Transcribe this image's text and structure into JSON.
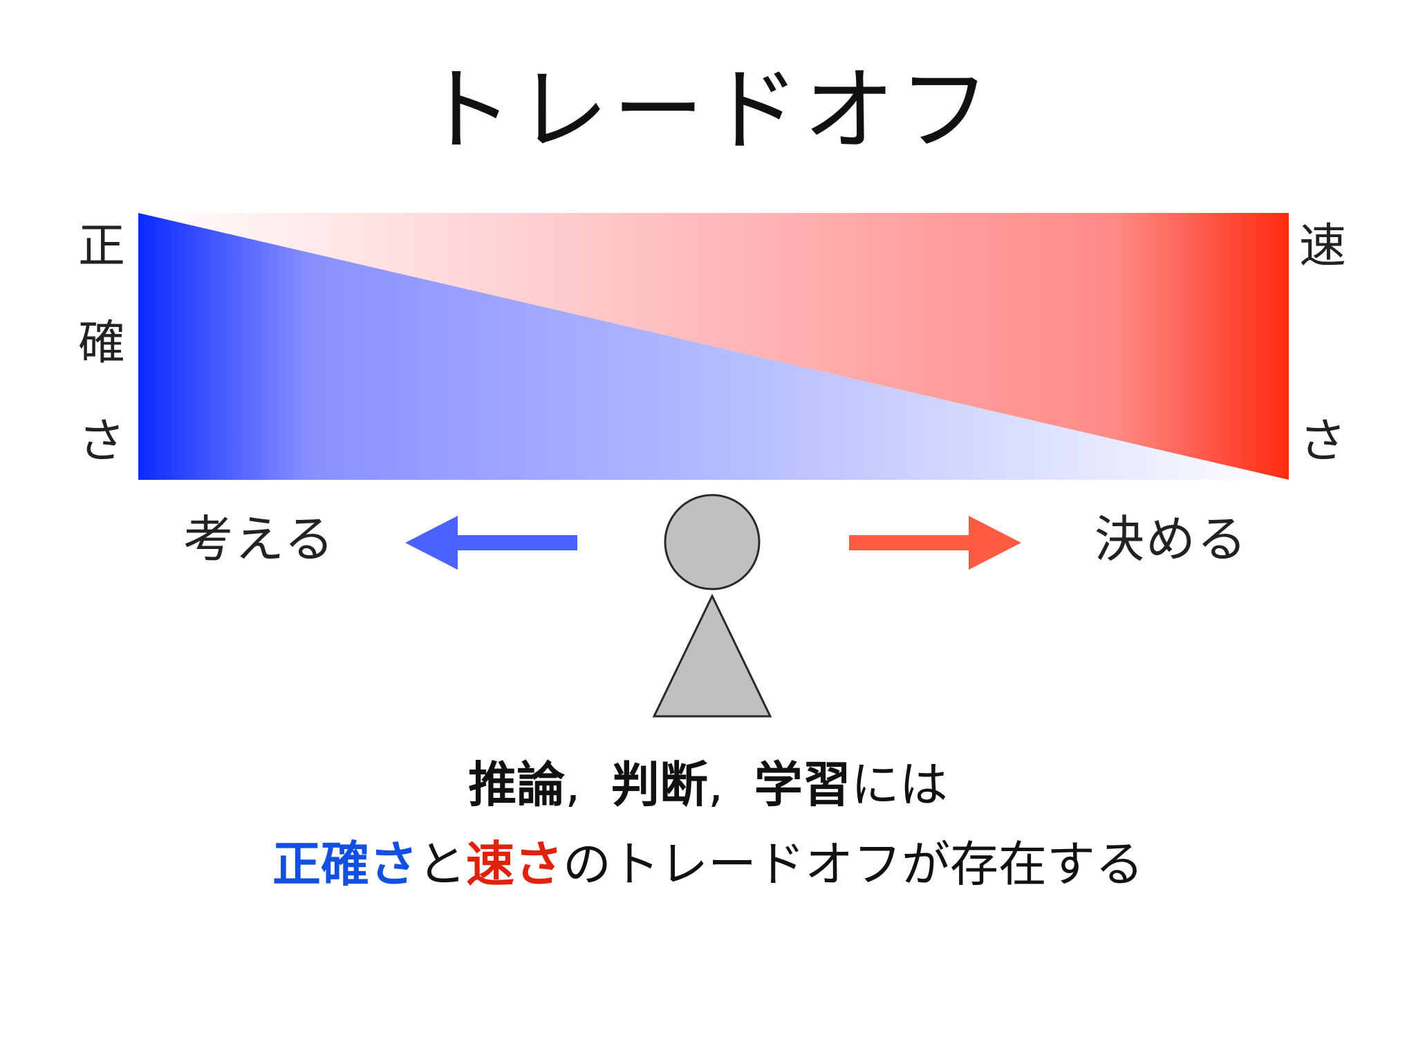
{
  "title": "トレードオフ",
  "left_axis": {
    "chars": [
      "正",
      "確",
      "さ"
    ],
    "color": "#0a2aff"
  },
  "right_axis": {
    "chars": [
      "速",
      "さ"
    ],
    "color": "#ff2a10"
  },
  "arrows": {
    "left_label": "考える",
    "right_label": "決める",
    "left_color": "#4a63ff",
    "right_color": "#ff5a44"
  },
  "person": {
    "fill": "#c0bfc2",
    "stroke": "#2a2a2a"
  },
  "caption": {
    "line1": {
      "word1": "推論",
      "sep1": ",",
      "word2": "判断",
      "sep2": ",",
      "word3": "学習",
      "suffix": "には"
    },
    "line2": {
      "accuracy": "正確さ",
      "and": "と",
      "speed": "速さ",
      "rest": "のトレードオフが存在する",
      "accuracy_color": "#1250e0",
      "speed_color": "#e0220c"
    }
  }
}
